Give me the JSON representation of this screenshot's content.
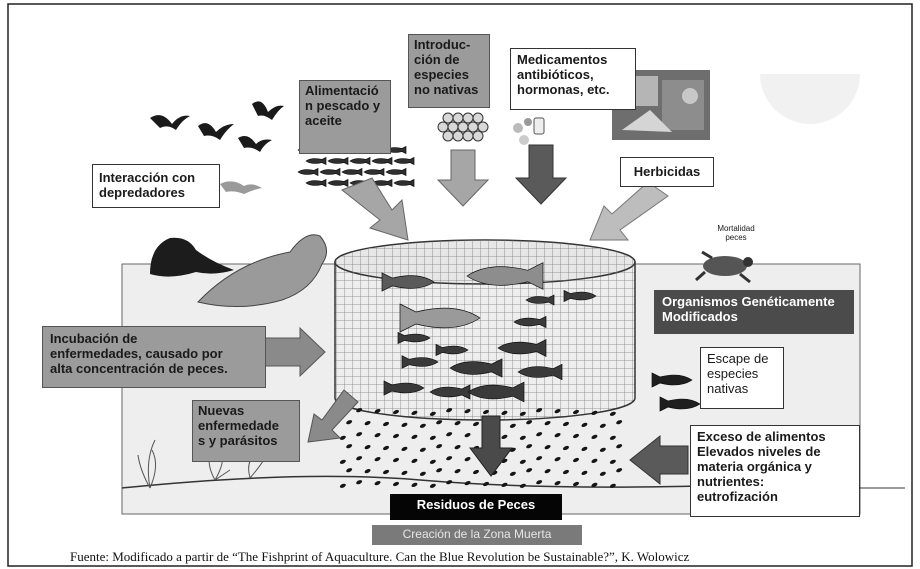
{
  "labels": {
    "alimentacion": "Alimentació\nn pescado y\naceite",
    "introduccion": "Introduc-\nción de\nespecies\nno nativas",
    "medicamentos": "Medicamentos\nantibióticos,\nhormonas, etc.",
    "herbicidas": "Herbicidas",
    "interaccion": "Interacción con\ndepredadores",
    "mortalidad": "Mortalidad\npeces",
    "organismos": "Organismos Genéticamente\nModificados",
    "incubacion": "Incubación de\nenfermedades, causado por\nalta concentración de peces.",
    "escape": "Escape de\nespecies\nnativas",
    "nuevas": "Nuevas\nenfermedade\ns y parásitos",
    "exceso": "Exceso de alimentos\nElevados niveles de\nmateria orgánica y\nnutrientes:\neutrofización",
    "residuos": "Residuos de Peces",
    "zona_muerta": "Creación de la Zona Muerta"
  },
  "caption": "Fuente: Modificado a partir de “The Fishprint of Aquaculture. Can the Blue Revolution be Sustainable?”, K. Wolowicz",
  "colors": {
    "gray_box": "#9b9b9b",
    "dark_box": "#4b4b4b",
    "arrow_gray": "#a6a6a6",
    "arrow_dark": "#5a5a5a",
    "black": "#050505"
  }
}
